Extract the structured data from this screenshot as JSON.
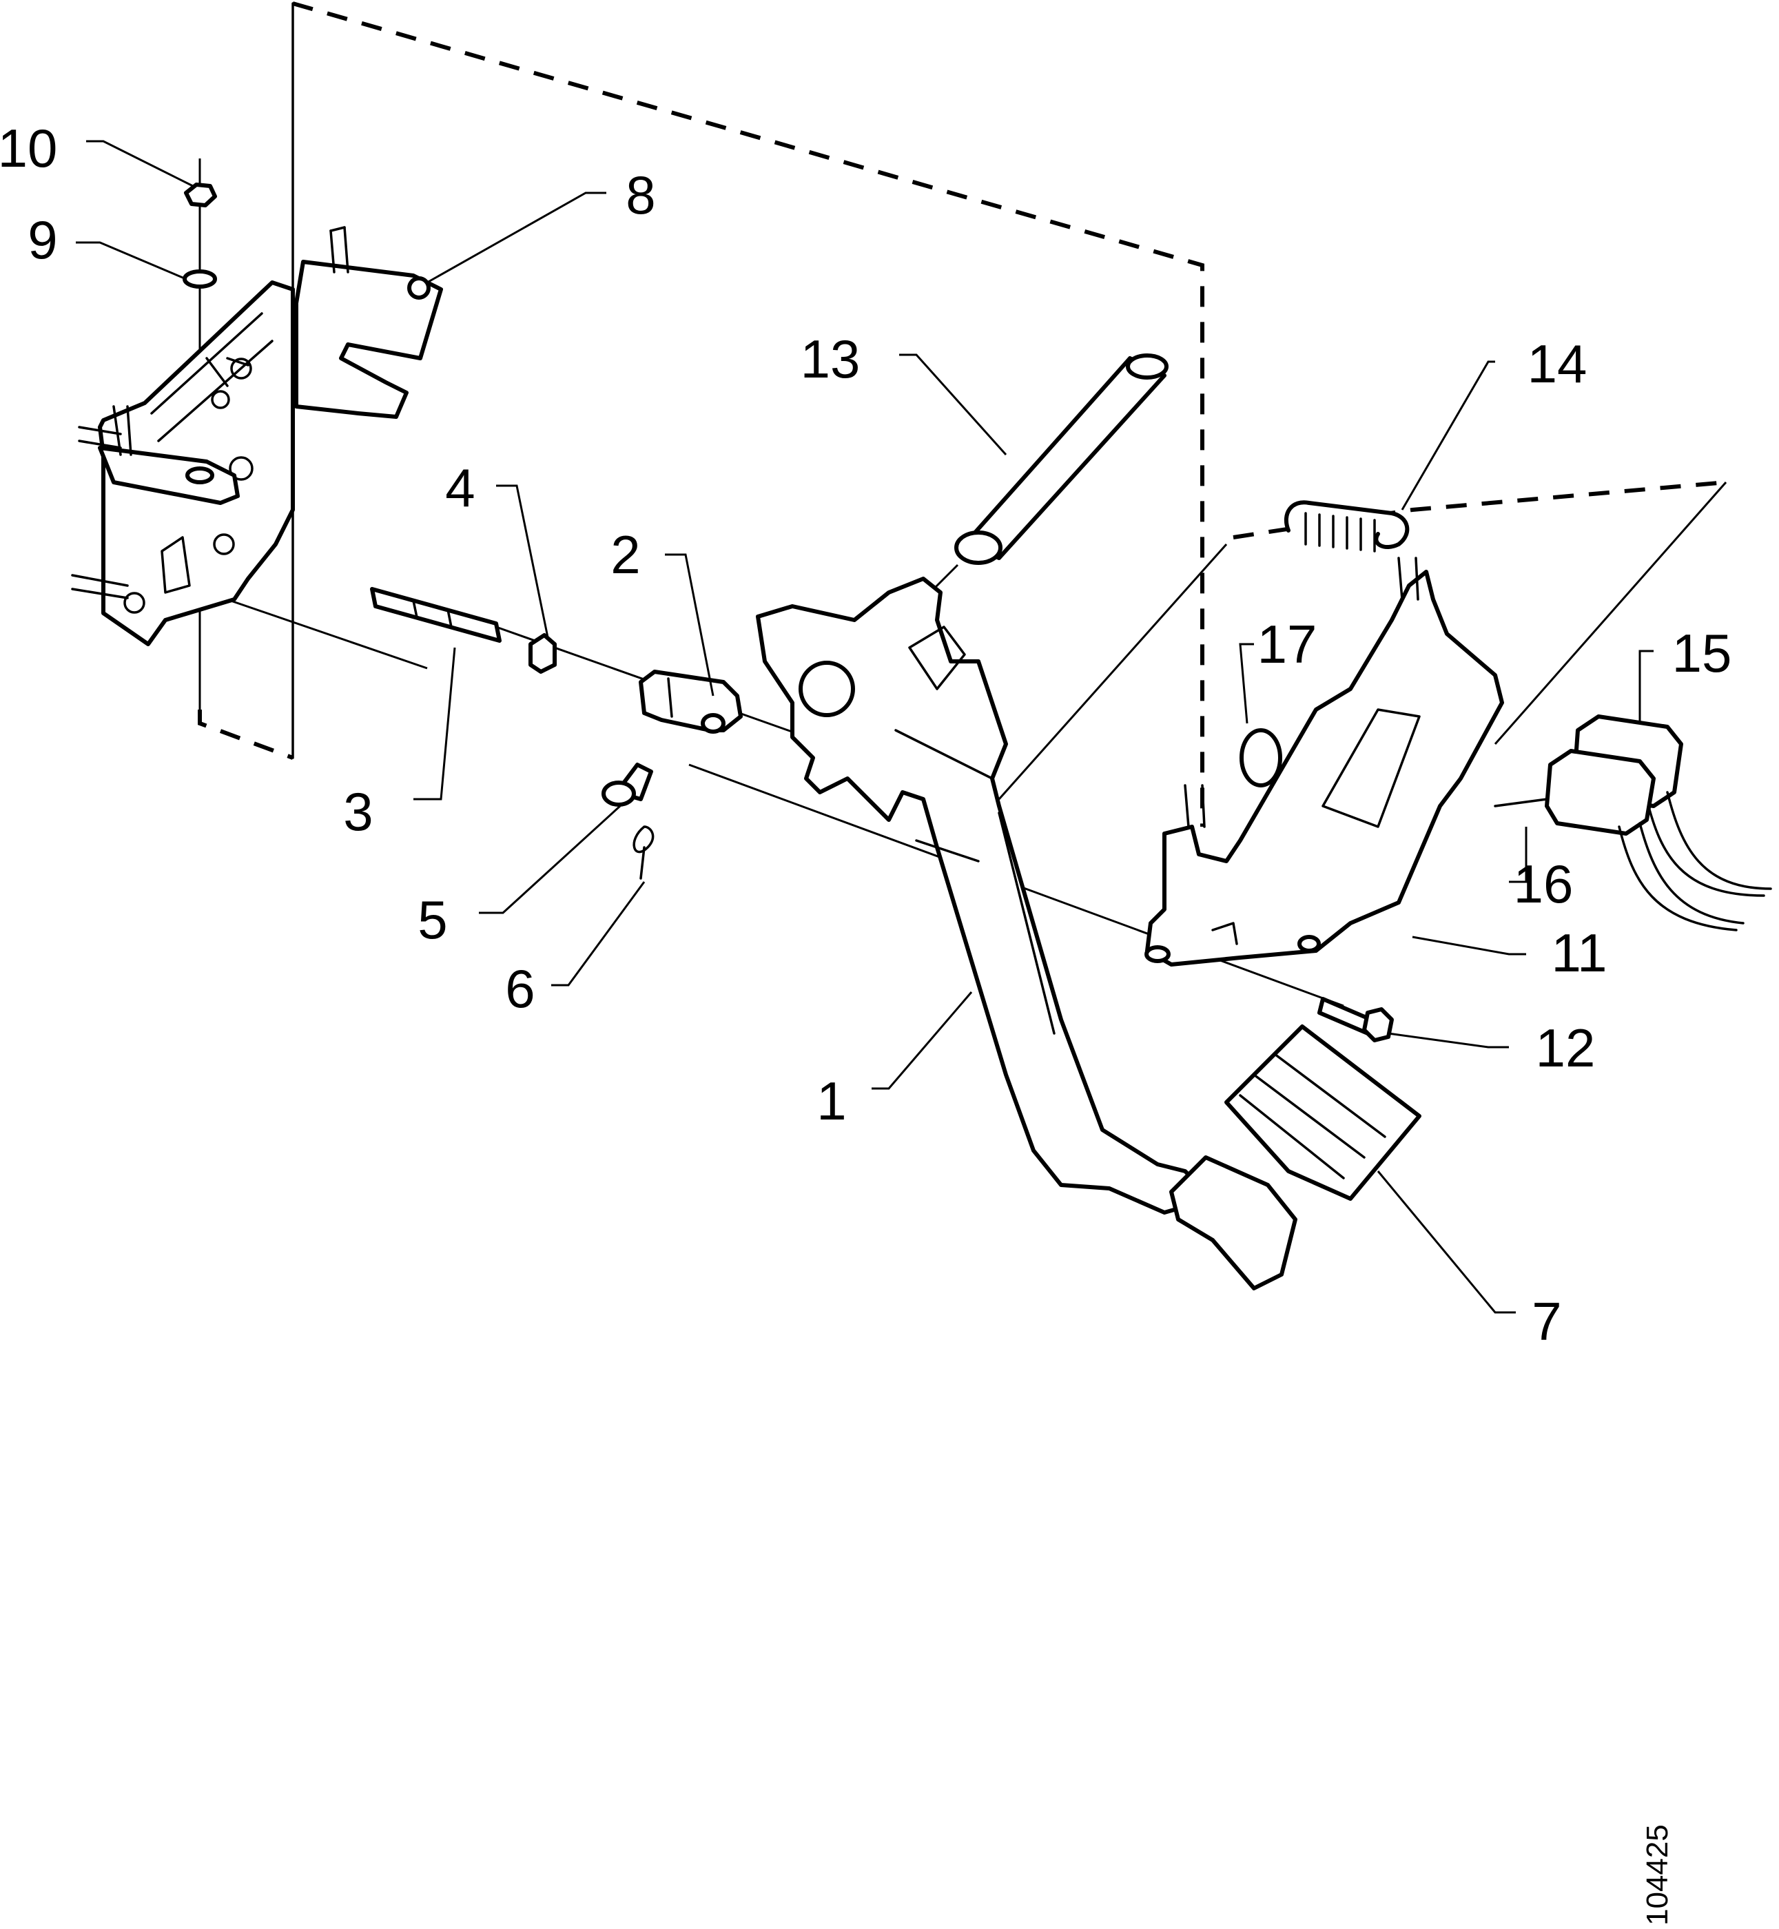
{
  "diagram": {
    "reference_number": "104425",
    "callouts": [
      {
        "id": "c1",
        "label": "1"
      },
      {
        "id": "c2",
        "label": "2"
      },
      {
        "id": "c3",
        "label": "3"
      },
      {
        "id": "c4",
        "label": "4"
      },
      {
        "id": "c5",
        "label": "5"
      },
      {
        "id": "c6",
        "label": "6"
      },
      {
        "id": "c7",
        "label": "7"
      },
      {
        "id": "c8",
        "label": "8"
      },
      {
        "id": "c9",
        "label": "9"
      },
      {
        "id": "c10",
        "label": "10"
      },
      {
        "id": "c11",
        "label": "11"
      },
      {
        "id": "c12",
        "label": "12"
      },
      {
        "id": "c13",
        "label": "13"
      },
      {
        "id": "c14",
        "label": "14"
      },
      {
        "id": "c15",
        "label": "15"
      },
      {
        "id": "c16",
        "label": "16"
      },
      {
        "id": "c17",
        "label": "17"
      }
    ]
  }
}
